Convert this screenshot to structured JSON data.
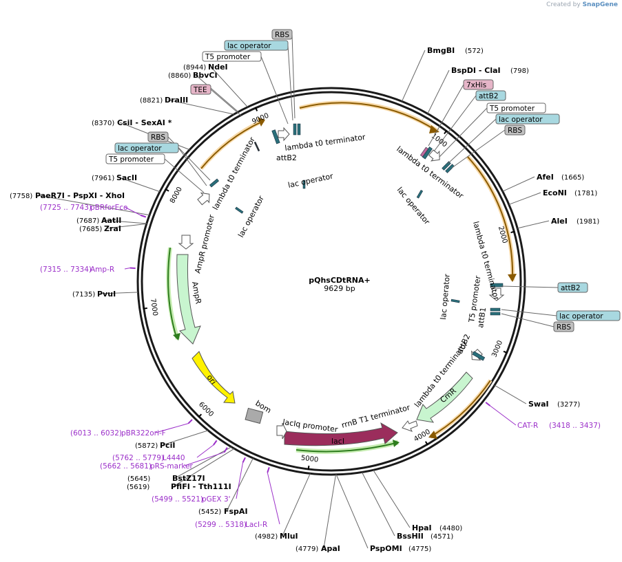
{
  "credit": {
    "prefix": "Created by",
    "brand": "SnapGene"
  },
  "plasmid": {
    "name": "pQhsCDtRNA+",
    "size_label": "9629 bp",
    "length": 9629
  },
  "ticks": [
    {
      "pos": 1000,
      "label": "1000"
    },
    {
      "pos": 2000,
      "label": "2000"
    },
    {
      "pos": 3000,
      "label": "3000"
    },
    {
      "pos": 4000,
      "label": "4000"
    },
    {
      "pos": 5000,
      "label": "5000"
    },
    {
      "pos": 6000,
      "label": "6000"
    },
    {
      "pos": 7000,
      "label": "7000"
    },
    {
      "pos": 8000,
      "label": "8000"
    },
    {
      "pos": 9000,
      "label": "9000"
    }
  ],
  "enzymes": [
    {
      "id": "bmgbi",
      "name": "BmgBI",
      "pos": "(572)",
      "site": 572
    },
    {
      "id": "bspdi-clai",
      "name": "BspDI  - ClaI",
      "pos": "(798)",
      "site": 798
    },
    {
      "id": "afei",
      "name": "AfeI",
      "pos": "(1665)",
      "site": 1665
    },
    {
      "id": "econi",
      "name": "EcoNI",
      "pos": "(1781)",
      "site": 1781
    },
    {
      "id": "alei",
      "name": "AleI",
      "pos": "(1981)",
      "site": 1981
    },
    {
      "id": "swai",
      "name": "SwaI",
      "pos": "(3277)",
      "site": 3277
    },
    {
      "id": "hpai",
      "name": "HpaI",
      "pos": "(4480)",
      "site": 4480
    },
    {
      "id": "bsshii",
      "name": "BssHII",
      "pos": "(4571)",
      "site": 4571
    },
    {
      "id": "pspomi",
      "name": "PspOMI",
      "pos": "(4775)",
      "site": 4775
    },
    {
      "id": "apai",
      "name": "ApaI",
      "pos": "(4779)",
      "site": 4779
    },
    {
      "id": "mlui",
      "name": "MluI",
      "pos": "(4982)",
      "site": 4982
    },
    {
      "id": "fspai",
      "name": "FspAI",
      "pos": "(5452)",
      "site": 5452
    },
    {
      "id": "pflfi-tth111i",
      "name": "PflFI  - Tth111I",
      "pos": "(5619)",
      "site": 5619
    },
    {
      "id": "bstz17i",
      "name": "BstZ17I",
      "pos": "(5645)",
      "site": 5645
    },
    {
      "id": "pcii",
      "name": "PciI",
      "pos": "(5872)",
      "site": 5872
    },
    {
      "id": "pvui",
      "name": "PvuI",
      "pos": "(7135)",
      "site": 7135
    },
    {
      "id": "zrai",
      "name": "ZraI",
      "pos": "(7685)",
      "site": 7685
    },
    {
      "id": "aatii",
      "name": "AatII",
      "pos": "(7687)",
      "site": 7687
    },
    {
      "id": "paer7i",
      "name": "PaeR7I  - PspXI  - XhoI",
      "pos": "(7758)",
      "site": 7758
    },
    {
      "id": "sacii",
      "name": "SacII",
      "pos": "(7961)",
      "site": 7961
    },
    {
      "id": "csii-sexai",
      "name": "CsiI  - SexAI *",
      "pos": "(8370)",
      "site": 8370
    },
    {
      "id": "draiii",
      "name": "DraIII",
      "pos": "(8821)",
      "site": 8821
    },
    {
      "id": "bbvci",
      "name": "BbvCI",
      "pos": "(8860)",
      "site": 8860
    },
    {
      "id": "ndei",
      "name": "NdeI",
      "pos": "(8944)",
      "site": 8944
    }
  ],
  "primers": [
    {
      "id": "cat-r",
      "name": "CAT-R",
      "range": "(3418 .. 3437)",
      "site": 3427
    },
    {
      "id": "laci-r",
      "name": "LacI-R",
      "range": "(5299 .. 5318)",
      "site": 5308
    },
    {
      "id": "pgex3",
      "name": "pGEX 3'",
      "range": "(5499 .. 5521)",
      "site": 5510
    },
    {
      "id": "prs-marker",
      "name": "pRS-marker",
      "range": "(5662 .. 5681)",
      "site": 5671
    },
    {
      "id": "l4440",
      "name": "L4440",
      "range": "(5762 .. 5779)",
      "site": 5770
    },
    {
      "id": "pbr322ori-f",
      "name": "pBR322ori-F",
      "range": "(6013 .. 6032)",
      "site": 6022
    },
    {
      "id": "amp-r",
      "name": "Amp-R",
      "range": "(7315 .. 7334)",
      "site": 7324
    },
    {
      "id": "pbrforeco",
      "name": "pBRforEco",
      "range": "(7725 .. 7743)",
      "site": 7734
    }
  ],
  "feature_boxes": [
    {
      "id": "rbs-top",
      "label": "RBS",
      "kind": "rbs"
    },
    {
      "id": "lacop-top",
      "label": "lac operator",
      "kind": "lacop"
    },
    {
      "id": "t5-top",
      "label": "T5 promoter",
      "kind": "promoter"
    },
    {
      "id": "tee",
      "label": "TEE",
      "kind": "tee"
    },
    {
      "id": "7xhis",
      "label": "7xHis",
      "kind": "tee"
    },
    {
      "id": "attb2-r1",
      "label": "attB2",
      "kind": "lacop"
    },
    {
      "id": "t5-r1",
      "label": "T5 promoter",
      "kind": "promoter"
    },
    {
      "id": "lacop-r1",
      "label": "lac operator",
      "kind": "lacop"
    },
    {
      "id": "rbs-r1",
      "label": "RBS",
      "kind": "rbs"
    },
    {
      "id": "rbs-l",
      "label": "RBS",
      "kind": "rbs"
    },
    {
      "id": "lacop-l",
      "label": "lac operator",
      "kind": "lacop"
    },
    {
      "id": "t5-l",
      "label": "T5 promoter",
      "kind": "promoter"
    },
    {
      "id": "attb2-r2",
      "label": "attB2",
      "kind": "lacop"
    },
    {
      "id": "lacop-r2",
      "label": "lac operator",
      "kind": "lacop"
    },
    {
      "id": "rbs-r2",
      "label": "RBS",
      "kind": "rbs"
    }
  ],
  "features": {
    "lambda_t0": "lambda t0 terminator",
    "attb2": "attB2",
    "attb1": "attB1",
    "lac_operator": "lac operator",
    "t5_promoter": "T5 promoter",
    "ampr_promoter": "AmpR promoter",
    "ampr": "AmpR",
    "ori": "ori",
    "bom": "bom",
    "laciq_promoter": "lacIq promoter",
    "laci": "lacI",
    "rrnb": "rrnB T1 terminator",
    "cmr": "CmR"
  },
  "colors": {
    "backbone": "#1a1a1a",
    "orf_orange": "#f3c27a",
    "orf_arrow": "#8a5a00",
    "ampr_fill": "#c8f5cf",
    "ori_fill": "#fff200",
    "laci_fill": "#9b2d5c",
    "primer": "#9b2fc9",
    "lacop_box": "#a8d8e0",
    "rbs_box": "#c0c0c0",
    "tee_box": "#e6b5c8"
  }
}
